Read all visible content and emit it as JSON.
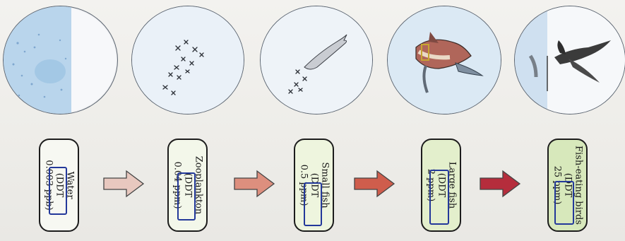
{
  "stages": [
    {
      "name": "Water",
      "conc_prefix": "(DDT",
      "conc_value": "0.003 ppb)",
      "bg": "#f7f8f2"
    },
    {
      "name": "Zooplankton",
      "conc_prefix": "(DDT",
      "conc_value": "0.04 ppm)",
      "bg": "#f3f7ea"
    },
    {
      "name": "Small fish",
      "conc_prefix": "(DDT",
      "conc_value": "0.5 ppm)",
      "bg": "#eef5de"
    },
    {
      "name": "Large fish",
      "conc_prefix": "(DDT",
      "conc_value": "2 ppm)",
      "bg": "#e3efcc"
    },
    {
      "name": "Fish-eating birds",
      "conc_prefix": "(DDT",
      "conc_value": "25 ppm)",
      "bg": "#d7e8bb"
    }
  ],
  "arrows": [
    {
      "color": "#e8c8bf"
    },
    {
      "color": "#dd8f7e"
    },
    {
      "color": "#cf5d4c"
    },
    {
      "color": "#b52d3c"
    }
  ],
  "colors": {
    "water": "#bcd7ec",
    "ink_pen": "#23389a",
    "outline": "#1c1c1c"
  }
}
